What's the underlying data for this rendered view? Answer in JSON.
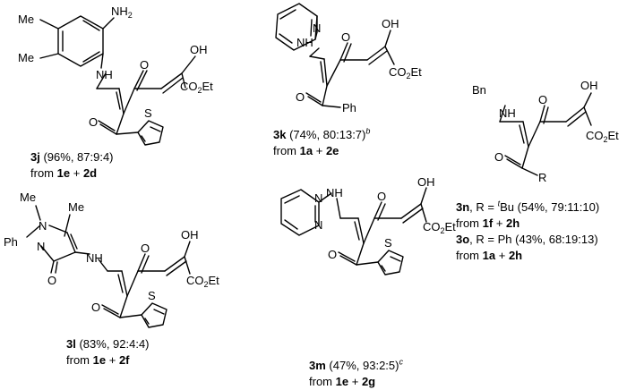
{
  "compounds": [
    {
      "id": "3j",
      "atoms": {
        "methyl_top": "Me",
        "methyl_bottom": "Me",
        "amine": "NH2",
        "imine_nh": "NH",
        "ketone_o": "O",
        "enol_oh": "OH",
        "ester": "CO2Et",
        "acyl_o": "O",
        "thiophene_s": "S"
      },
      "caption": {
        "label": "3j",
        "detail": "(96%, 87:9:4)",
        "from_prefix": "from",
        "reagent_a": "1e",
        "plus": "+",
        "reagent_b": "2d"
      }
    },
    {
      "id": "3k",
      "atoms": {
        "pyridine_n": "N",
        "imine_nh": "NH",
        "ketone_o": "O",
        "enol_oh": "OH",
        "ester": "CO2Et",
        "acyl_o": "O",
        "phenyl": "Ph"
      },
      "caption": {
        "label": "3k",
        "detail": "(74%, 80:13:7)",
        "note": "b",
        "from_prefix": "from",
        "reagent_a": "1a",
        "plus": "+",
        "reagent_b": "2e"
      }
    },
    {
      "id": "3l",
      "atoms": {
        "n_methyl": "Me",
        "c_methyl": "Me",
        "ring_n1": "N",
        "ring_n2": "N",
        "phenyl": "Ph",
        "ring_o": "O",
        "imine_nh": "NH",
        "ketone_o": "O",
        "enol_oh": "OH",
        "ester": "CO2Et",
        "acyl_o": "O",
        "thiophene_s": "S"
      },
      "caption": {
        "label": "3l",
        "detail": "(83%, 92:4:4)",
        "from_prefix": "from",
        "reagent_a": "1e",
        "plus": "+",
        "reagent_b": "2f"
      }
    },
    {
      "id": "3m",
      "atoms": {
        "pyrimidine_n1": "N",
        "pyrimidine_n2": "N",
        "imine_nh": "NH",
        "ketone_o": "O",
        "enol_oh": "OH",
        "ester": "CO2Et",
        "acyl_o": "O",
        "thiophene_s": "S"
      },
      "caption": {
        "label": "3m",
        "detail": "(47%, 93:2:5)",
        "note": "c",
        "from_prefix": "from",
        "reagent_a": "1e",
        "plus": "+",
        "reagent_b": "2g"
      }
    },
    {
      "id": "3n_3o",
      "atoms": {
        "benzyl": "Bn",
        "imine_nh": "NH",
        "ketone_o": "O",
        "enol_oh": "OH",
        "ester": "CO2Et",
        "acyl_o": "O",
        "r_group": "R"
      },
      "captions": [
        {
          "label": "3n",
          "r_prefix": ", R = ",
          "r_super": "t",
          "r_value": "Bu",
          "detail": "(54%, 79:11:10)",
          "from_prefix": "from",
          "reagent_a": "1f",
          "plus": "+",
          "reagent_b": "2h"
        },
        {
          "label": "3o",
          "r_prefix": ", R = ",
          "r_value": "Ph",
          "detail": "(43%, 68:19:13)",
          "from_prefix": "from",
          "reagent_a": "1a",
          "plus": "+",
          "reagent_b": "2h"
        }
      ]
    }
  ]
}
